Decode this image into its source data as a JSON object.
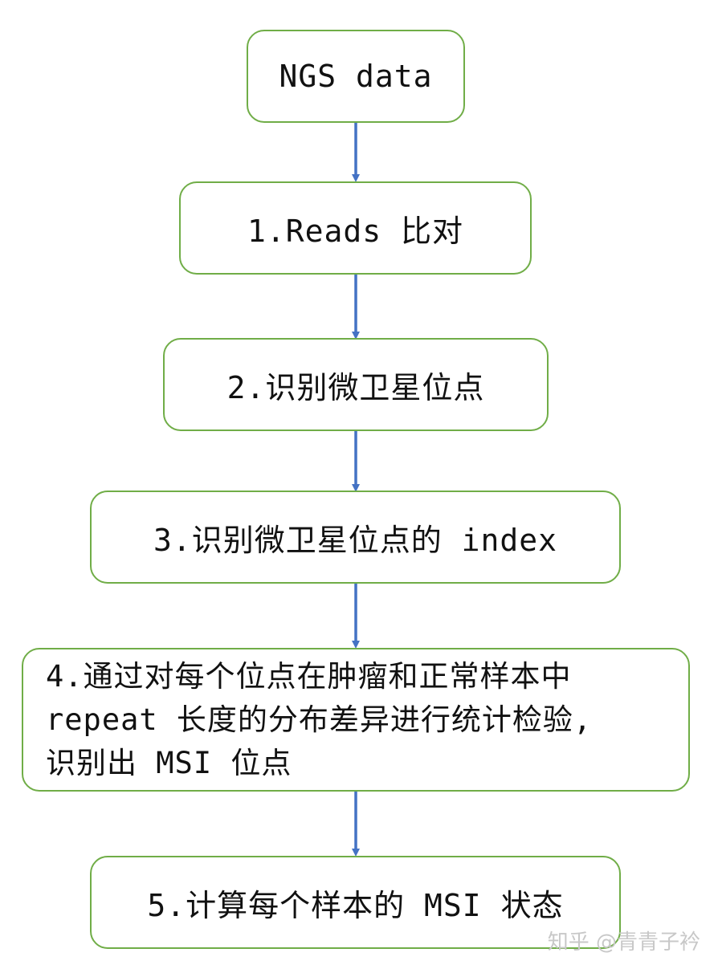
{
  "nodes": [
    {
      "id": "ngs",
      "label": "NGS data"
    },
    {
      "id": "step1",
      "label": "1.Reads 比对"
    },
    {
      "id": "step2",
      "label": "2.识别微卫星位点"
    },
    {
      "id": "step3",
      "label": "3.识别微卫星位点的 index"
    },
    {
      "id": "step4",
      "label": "4.通过对每个位点在肿瘤和正常样本中\nrepeat 长度的分布差异进行统计检验,\n识别出 MSI 位点"
    },
    {
      "id": "step5",
      "label": "5.计算每个样本的 MSI 状态"
    }
  ],
  "edges": [
    {
      "from": "ngs",
      "to": "step1"
    },
    {
      "from": "step1",
      "to": "step2"
    },
    {
      "from": "step2",
      "to": "step3"
    },
    {
      "from": "step3",
      "to": "step4"
    },
    {
      "from": "step4",
      "to": "step5"
    }
  ],
  "colors": {
    "box_border": "#70ad47",
    "arrow": "#4472c4",
    "text": "#111111",
    "watermark": "#c8c8c8"
  },
  "watermark": "知乎 @青青子衿"
}
